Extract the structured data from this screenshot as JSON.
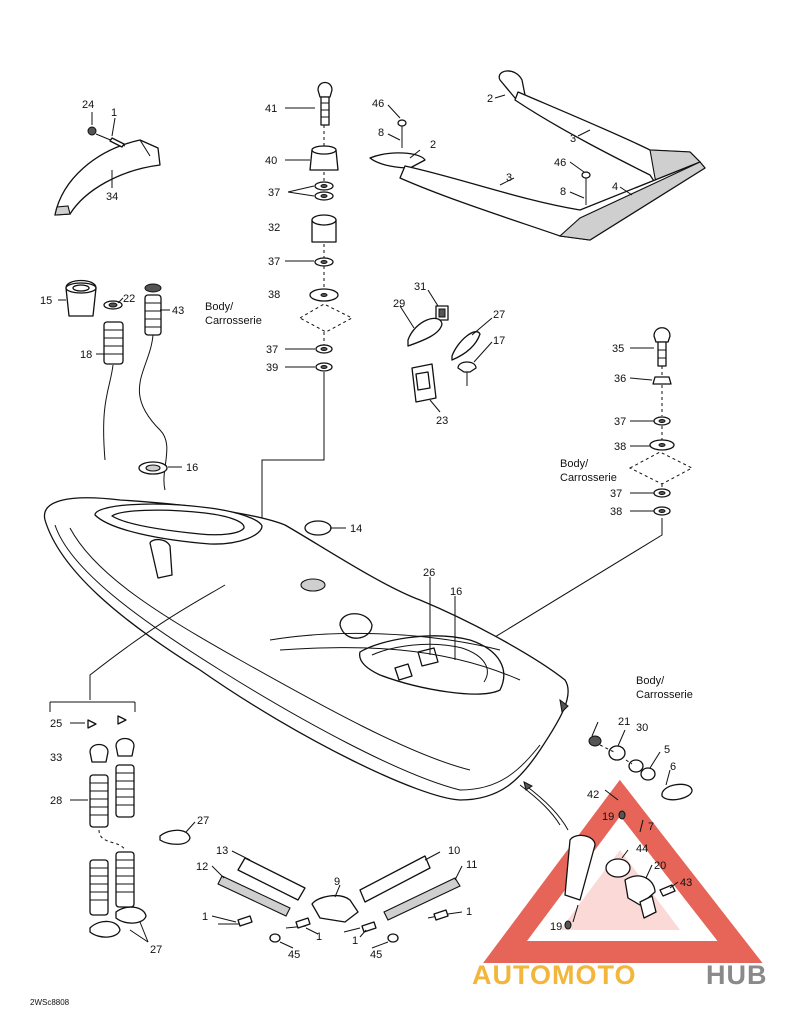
{
  "figure_code": "2WSc8808",
  "body_label_en": "Body/",
  "body_label_fr": "Carrosserie",
  "watermark": {
    "part1": "AUTOMOTO",
    "part2": "HUB",
    "accent": "#e24a3c",
    "part1_color": "#f2b63a",
    "part2_color": "#8a8a8a"
  },
  "callouts": [
    {
      "id": "c24",
      "text": "24"
    },
    {
      "id": "c1a",
      "text": "1"
    },
    {
      "id": "c34",
      "text": "34"
    },
    {
      "id": "c41",
      "text": "41"
    },
    {
      "id": "c40",
      "text": "40"
    },
    {
      "id": "c37a",
      "text": "37"
    },
    {
      "id": "c32",
      "text": "32"
    },
    {
      "id": "c37b",
      "text": "37"
    },
    {
      "id": "c38a",
      "text": "38"
    },
    {
      "id": "c37c",
      "text": "37"
    },
    {
      "id": "c39",
      "text": "39"
    },
    {
      "id": "c46a",
      "text": "46"
    },
    {
      "id": "c8a",
      "text": "8"
    },
    {
      "id": "c2a",
      "text": "2"
    },
    {
      "id": "c2b",
      "text": "2"
    },
    {
      "id": "c3a",
      "text": "3"
    },
    {
      "id": "c3b",
      "text": "3"
    },
    {
      "id": "c46b",
      "text": "46"
    },
    {
      "id": "c8b",
      "text": "8"
    },
    {
      "id": "c4",
      "text": "4"
    },
    {
      "id": "c15",
      "text": "15"
    },
    {
      "id": "c22",
      "text": "22"
    },
    {
      "id": "c43a",
      "text": "43"
    },
    {
      "id": "c18",
      "text": "18"
    },
    {
      "id": "c31",
      "text": "31"
    },
    {
      "id": "c29",
      "text": "29"
    },
    {
      "id": "c27a",
      "text": "27"
    },
    {
      "id": "c17",
      "text": "17"
    },
    {
      "id": "c23",
      "text": "23"
    },
    {
      "id": "c35",
      "text": "35"
    },
    {
      "id": "c36",
      "text": "36"
    },
    {
      "id": "c37d",
      "text": "37"
    },
    {
      "id": "c38b",
      "text": "38"
    },
    {
      "id": "c37e",
      "text": "37"
    },
    {
      "id": "c38c",
      "text": "38"
    },
    {
      "id": "c16a",
      "text": "16"
    },
    {
      "id": "c14",
      "text": "14"
    },
    {
      "id": "c26",
      "text": "26"
    },
    {
      "id": "c16b",
      "text": "16"
    },
    {
      "id": "c21",
      "text": "21"
    },
    {
      "id": "c30",
      "text": "30"
    },
    {
      "id": "c5",
      "text": "5"
    },
    {
      "id": "c6",
      "text": "6"
    },
    {
      "id": "c42",
      "text": "42"
    },
    {
      "id": "c19a",
      "text": "19"
    },
    {
      "id": "c7",
      "text": "7"
    },
    {
      "id": "c44",
      "text": "44"
    },
    {
      "id": "c20",
      "text": "20"
    },
    {
      "id": "c43b",
      "text": "43"
    },
    {
      "id": "c19b",
      "text": "19"
    },
    {
      "id": "c25",
      "text": "25"
    },
    {
      "id": "c33",
      "text": "33"
    },
    {
      "id": "c28",
      "text": "28"
    },
    {
      "id": "c27b",
      "text": "27"
    },
    {
      "id": "c27c",
      "text": "27"
    },
    {
      "id": "c13",
      "text": "13"
    },
    {
      "id": "c10",
      "text": "10"
    },
    {
      "id": "c12",
      "text": "12"
    },
    {
      "id": "c11",
      "text": "11"
    },
    {
      "id": "c9",
      "text": "9"
    },
    {
      "id": "c1b",
      "text": "1"
    },
    {
      "id": "c1c",
      "text": "1"
    },
    {
      "id": "c1d",
      "text": "1"
    },
    {
      "id": "c1e",
      "text": "1"
    },
    {
      "id": "c45a",
      "text": "45"
    },
    {
      "id": "c45b",
      "text": "45"
    }
  ]
}
